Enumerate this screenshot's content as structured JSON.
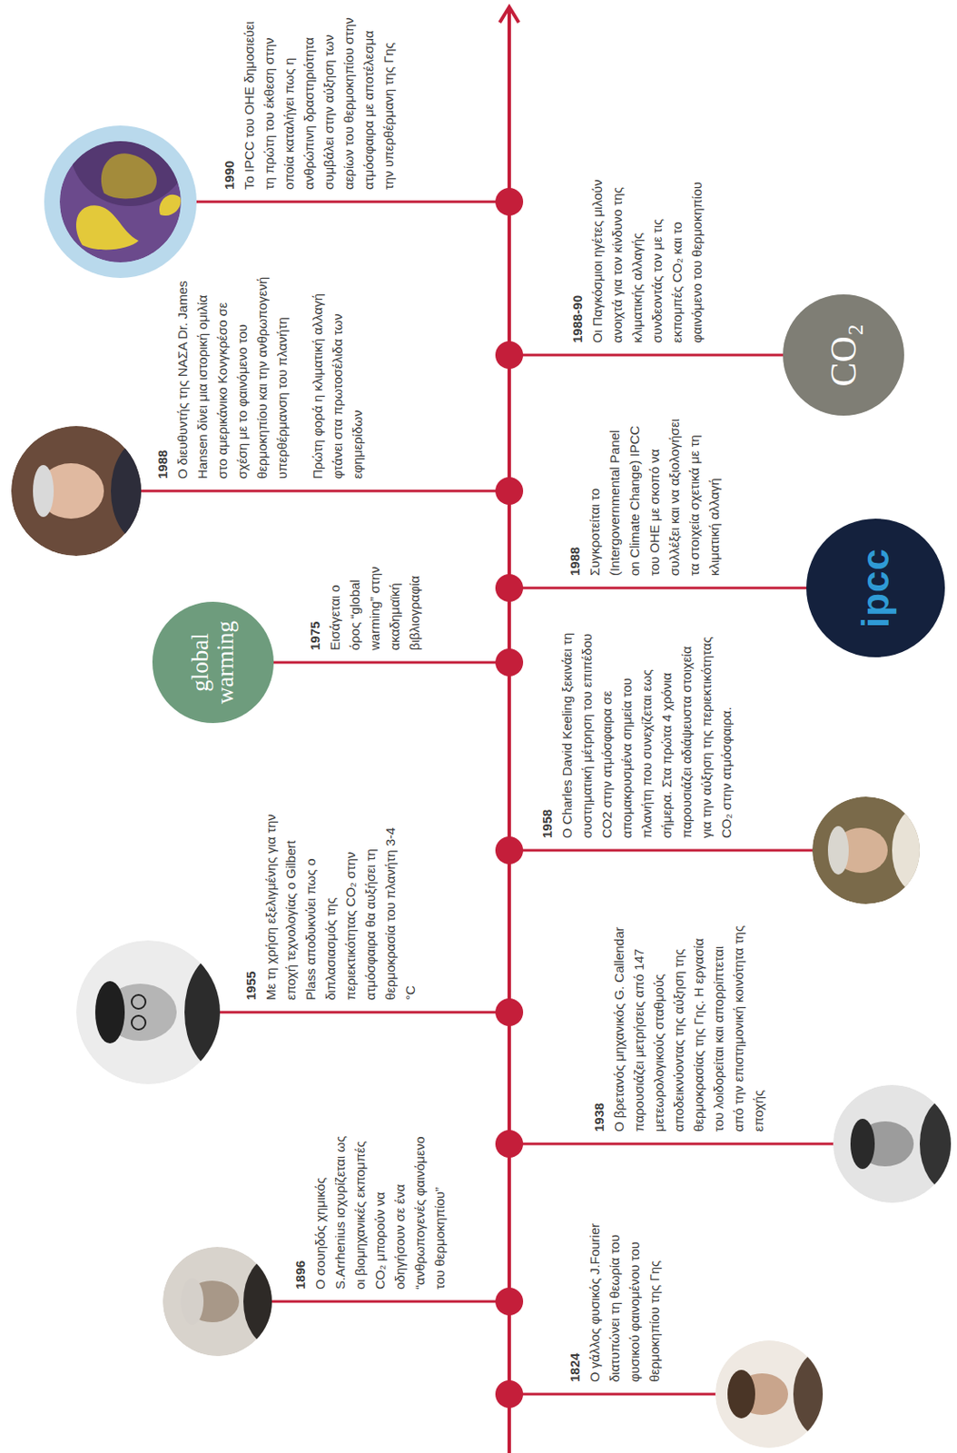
{
  "diagram": {
    "nodes": [
      {
        "text": [
          "global warming"
        ]
      },
      {
        "text": [
          "ipcc"
        ]
      },
      {
        "text": [
          "CO₂"
        ]
      }
    ],
    "labels": [
      "1824",
      "Ο γάλλος φυσικός J.Fourier διατυπώνει τη θεωρία του φυσικού φαινομένου του θερμοκηπίου της Γης",
      "1896",
      "Ο σουηδός χημικός S.Arrhenius ισχυρίζεται ως οι βιομηχανικές εκπομπές CO₂ μπορούν να οδηγήσουν σε ένα “ανθρωπογενές φαινόμενο του θερμοκηπίου”",
      "1938",
      "Ο βρετανός μηχανικός G. Callendar παρουσιάζει μετρήσεις από 147 μετεωρολογικούς σταθμούς αποδεικνύοντας της αύξηση της θερμοκρασίας της Γης. Η εργασία του λοιδορείται και απορρίπτεται από την επιστημονική κοινότητα της εποχής",
      "1955",
      "Με τη χρήση εξελιγμένης για την εποχή τεχνολογίας ο Gilbert Plass αποδυκνύει πως ο διπλασιασμός της περιεκτικότητας CO₂ στην ατμόσφαιρα θα αυξήσει τη θερμοκρασία του πλανήτη 3-4 °C",
      "1958",
      "O Charles David Keeling ξεκινάει τη συστηματική μέτρηση του επιπέδου CO2 στην ατμόσφαιρα σε απομακρυσμένα σημεία του πλανήτη που συνεχίζεται εως σήμερα. Στα πρώτα 4 χρόνια παρουσιάζει αδιάψευστα στοιχεία για την αύξηση της περιεκτικότητας CO₂ στην ατμόσφαιρα.",
      "1975",
      "Εισάγεται ο όρος “global warming” στην ακαδημαϊκή βιβλιογραφία",
      "1988",
      "Συγκροτείται το (Intergovernmental Panel on Climate Change) IPCC του ΟΗΕ με σκοπό να συλλέξει και να αξιολογήσει τα στοιχεία σχετικά με τη κλιματική αλλαγή",
      "1988",
      "Ο διευθυντής της ΝΑΣΑ Dr. James Hansen δίνει μια ιστορική ομιλία στο αμερικάνικο Κονγκρέσο σε σχέση με το φαινόμενο του θερμοκηπίου και την ανθρωπογενή υπερθέρμανση του πλανήτη",
      "Πρώτη φορά η κλιματική αλλαγή φτάνει στα πρωτοσέλιδα των εφημερίδων",
      "1988-90",
      "Οι Παγκόσμιοι ηγέτες μιλούν ανοιχτά για τον κίνδυνο της κλιματικής αλλαγής συνδεοντάς τον με τις εκπομπές CO₂ και το φαινόμενο του θερμοκηπίου",
      "1990",
      "Το IPCC του ΟΗΕ δημοσιεύει τη πρώτη του έκθεση στην οποία καταλήγει πως η ανθρώπινη δραστηριότητα συμβάλει στην αύξηση των αερίων του θερμοκηπίου στην ατμόσφαιρα με αποτέλεσμα την υπερθέρμανη της Γης"
    ]
  }
}
